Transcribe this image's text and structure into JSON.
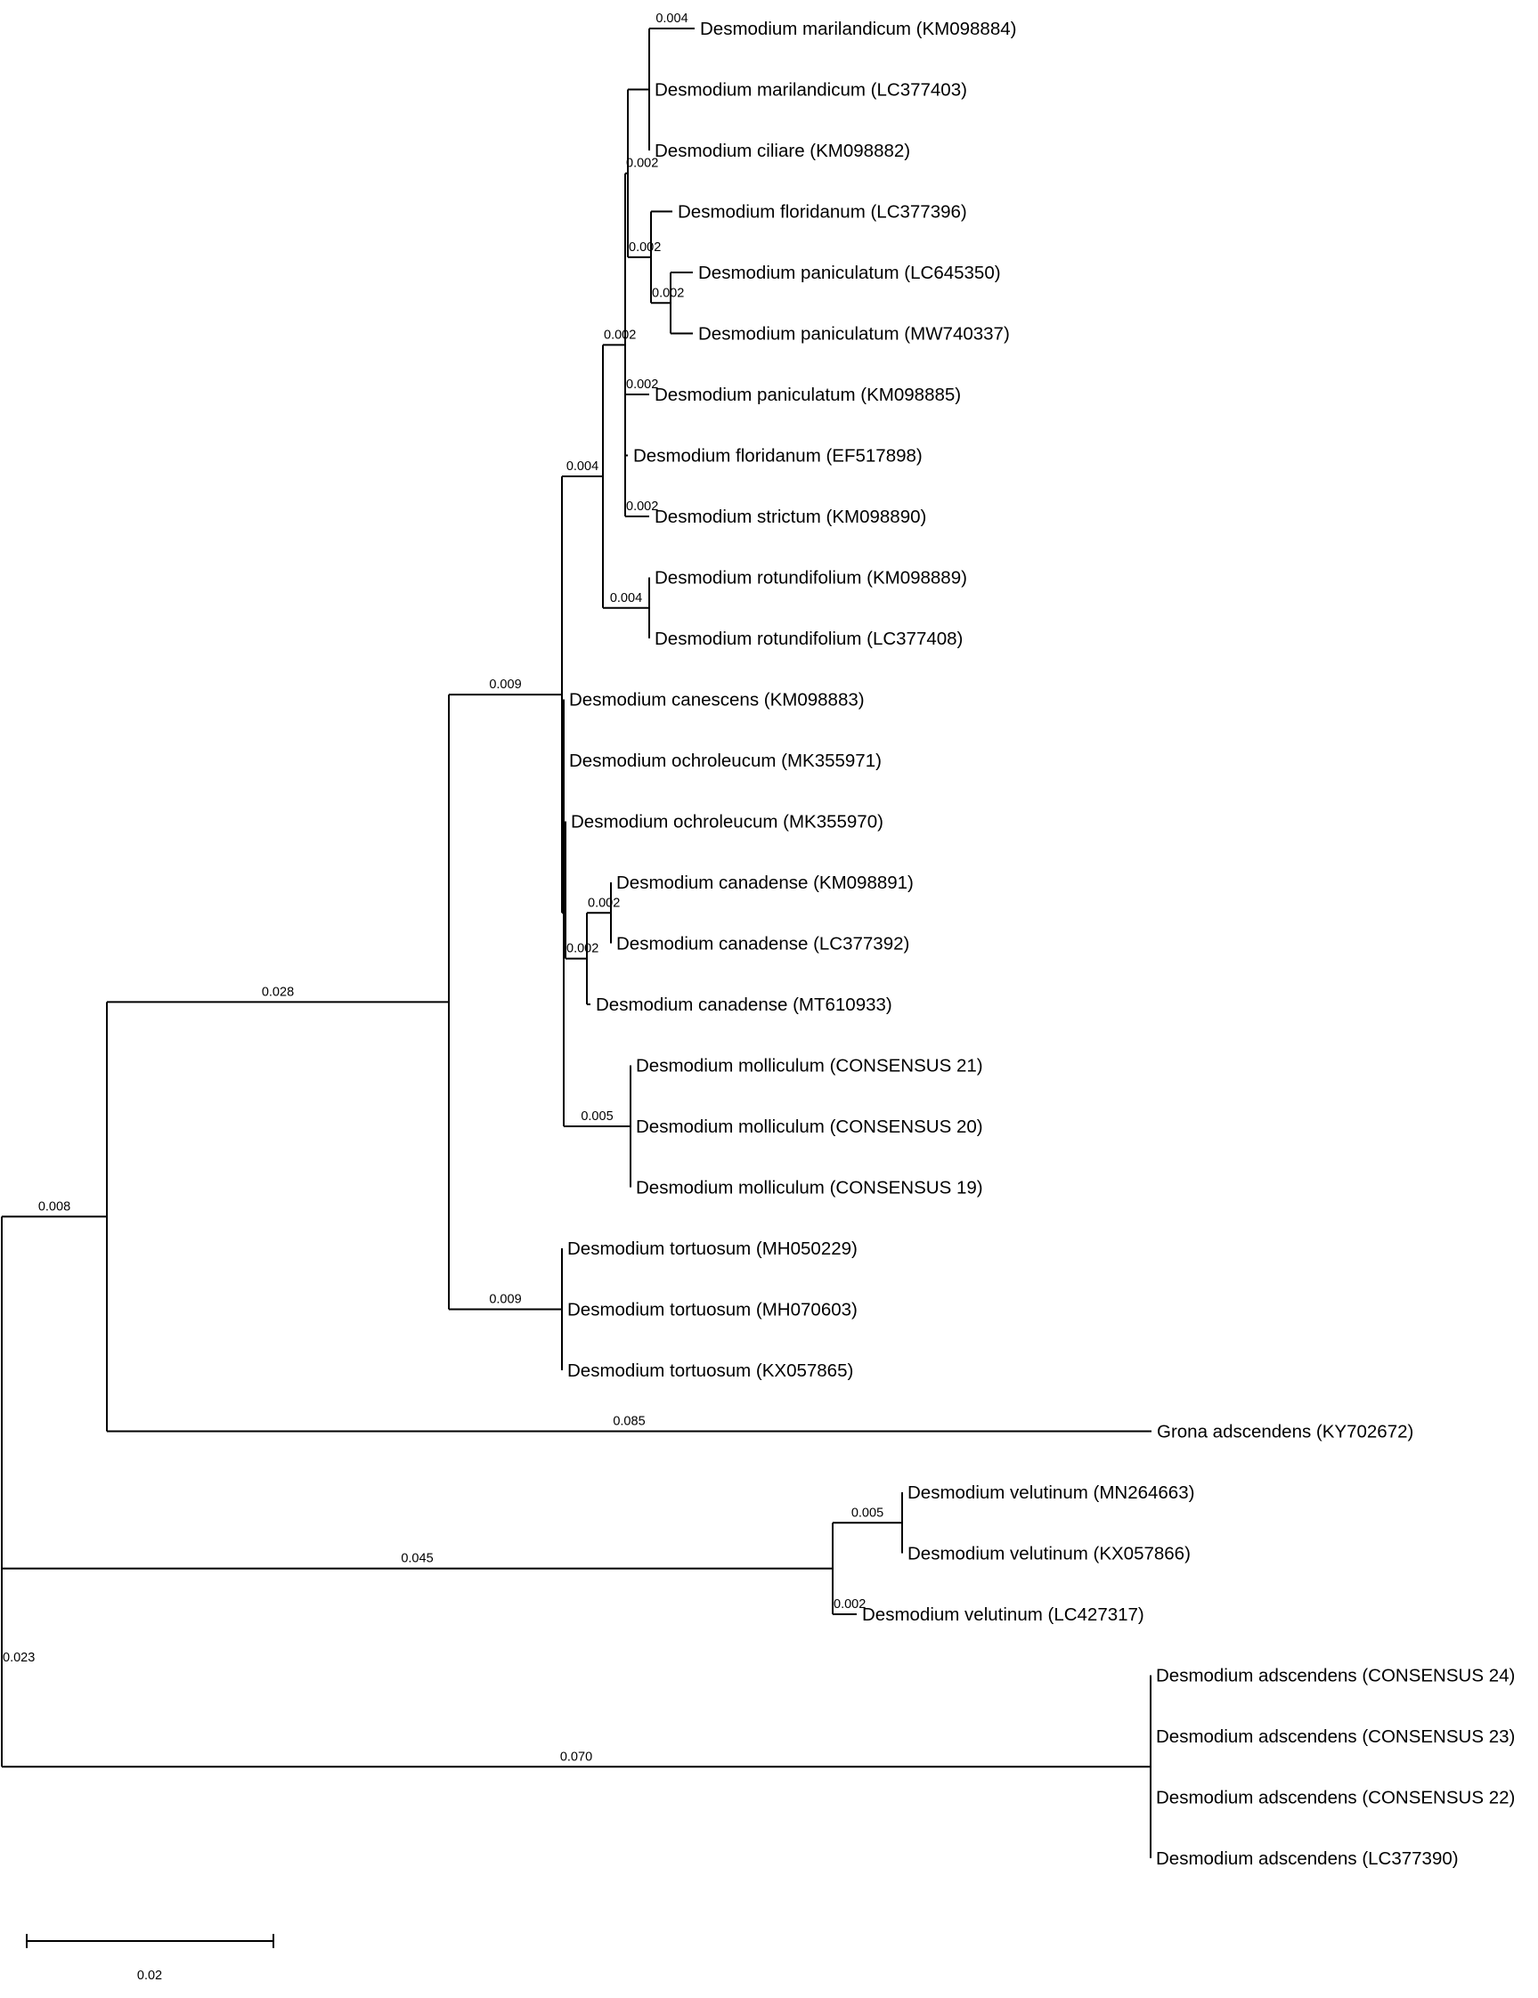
{
  "tree": {
    "scale_bar": {
      "label": "0.02",
      "value": 0.02
    },
    "nodes": [
      {
        "id": "root"
      },
      {
        "id": "nA",
        "parent": "root",
        "branch_length": "0.008"
      },
      {
        "id": "nB",
        "parent": "nA",
        "branch_length": "0.028"
      },
      {
        "id": "nC",
        "parent": "nB",
        "branch_length": "0.009"
      },
      {
        "id": "nD",
        "parent": "nC",
        "branch_length": "0.004"
      },
      {
        "id": "nE",
        "parent": "nD",
        "branch_length": "0.002"
      },
      {
        "id": "nF",
        "parent": "nE",
        "branch_length": "0.002"
      },
      {
        "id": "nG",
        "parent": "nF",
        "branch_length": ""
      },
      {
        "id": "nH",
        "parent": "nF",
        "branch_length": "0.002"
      },
      {
        "id": "nI",
        "parent": "nH",
        "branch_length": "0.002"
      },
      {
        "id": "nJ",
        "parent": "nD",
        "branch_length": "0.004"
      },
      {
        "id": "nK",
        "parent": "nC",
        "branch_length": ""
      },
      {
        "id": "nL",
        "parent": "nK",
        "branch_length": ""
      },
      {
        "id": "nM",
        "parent": "nL",
        "branch_length": "0.002"
      },
      {
        "id": "nN",
        "parent": "nM",
        "branch_length": "0.002"
      },
      {
        "id": "nO",
        "parent": "nK",
        "branch_length": "0.005"
      },
      {
        "id": "nP",
        "parent": "nB",
        "branch_length": "0.009"
      },
      {
        "id": "nQ",
        "parent": "root",
        "branch_length": "0.023"
      },
      {
        "id": "nR",
        "parent": "nQ",
        "branch_length": "0.045"
      },
      {
        "id": "nS",
        "parent": "nR",
        "branch_length": "0.005"
      },
      {
        "id": "nT",
        "parent": "nQ",
        "branch_length": "0.070"
      }
    ],
    "leaves": [
      {
        "label": "Desmodium marilandicum (KM098884)",
        "parent": "nG",
        "branch_length": "0.004"
      },
      {
        "label": "Desmodium marilandicum (LC377403)",
        "parent": "nG",
        "branch_length": ""
      },
      {
        "label": "Desmodium ciliare (KM098882)",
        "parent": "nG",
        "branch_length": ""
      },
      {
        "label": "Desmodium floridanum (LC377396)",
        "parent": "nH",
        "branch_length": ""
      },
      {
        "label": "Desmodium paniculatum (LC645350)",
        "parent": "nI",
        "branch_length": ""
      },
      {
        "label": "Desmodium paniculatum (MW740337)",
        "parent": "nI",
        "branch_length": ""
      },
      {
        "label": "Desmodium paniculatum (KM098885)",
        "parent": "nE",
        "branch_length": "0.002"
      },
      {
        "label": "Desmodium floridanum (EF517898)",
        "parent": "nE",
        "branch_length": ""
      },
      {
        "label": "Desmodium strictum (KM098890)",
        "parent": "nE",
        "branch_length": "0.002"
      },
      {
        "label": "Desmodium rotundifolium (KM098889)",
        "parent": "nJ",
        "branch_length": ""
      },
      {
        "label": "Desmodium rotundifolium (LC377408)",
        "parent": "nJ",
        "branch_length": ""
      },
      {
        "label": "Desmodium canescens (KM098883)",
        "parent": "nK",
        "branch_length": ""
      },
      {
        "label": "Desmodium ochroleucum (MK355971)",
        "parent": "nK",
        "branch_length": ""
      },
      {
        "label": "Desmodium ochroleucum (MK355970)",
        "parent": "nL",
        "branch_length": ""
      },
      {
        "label": "Desmodium canadense (KM098891)",
        "parent": "nN",
        "branch_length": ""
      },
      {
        "label": "Desmodium canadense (LC377392)",
        "parent": "nN",
        "branch_length": ""
      },
      {
        "label": "Desmodium canadense (MT610933)",
        "parent": "nM",
        "branch_length": ""
      },
      {
        "label": "Desmodium molliculum (CONSENSUS 21)",
        "parent": "nO",
        "branch_length": ""
      },
      {
        "label": "Desmodium molliculum (CONSENSUS 20)",
        "parent": "nO",
        "branch_length": ""
      },
      {
        "label": "Desmodium molliculum (CONSENSUS 19)",
        "parent": "nO",
        "branch_length": ""
      },
      {
        "label": "Desmodium tortuosum (MH050229)",
        "parent": "nP",
        "branch_length": ""
      },
      {
        "label": "Desmodium tortuosum (MH070603)",
        "parent": "nP",
        "branch_length": ""
      },
      {
        "label": "Desmodium tortuosum (KX057865)",
        "parent": "nP",
        "branch_length": ""
      },
      {
        "label": "Grona adscendens (KY702672)",
        "parent": "nA",
        "branch_length": "0.085"
      },
      {
        "label": "Desmodium velutinum (MN264663)",
        "parent": "nS",
        "branch_length": ""
      },
      {
        "label": "Desmodium velutinum (KX057866)",
        "parent": "nS",
        "branch_length": ""
      },
      {
        "label": "Desmodium velutinum (LC427317)",
        "parent": "nR",
        "branch_length": "0.002"
      },
      {
        "label": "Desmodium adscendens (CONSENSUS 24)",
        "parent": "nT",
        "branch_length": ""
      },
      {
        "label": "Desmodium adscendens (CONSENSUS 23)",
        "parent": "nT",
        "branch_length": ""
      },
      {
        "label": "Desmodium adscendens (CONSENSUS 22)",
        "parent": "nT",
        "branch_length": ""
      },
      {
        "label": "Desmodium adscendens (LC377390)",
        "parent": "nT",
        "branch_length": ""
      }
    ]
  }
}
